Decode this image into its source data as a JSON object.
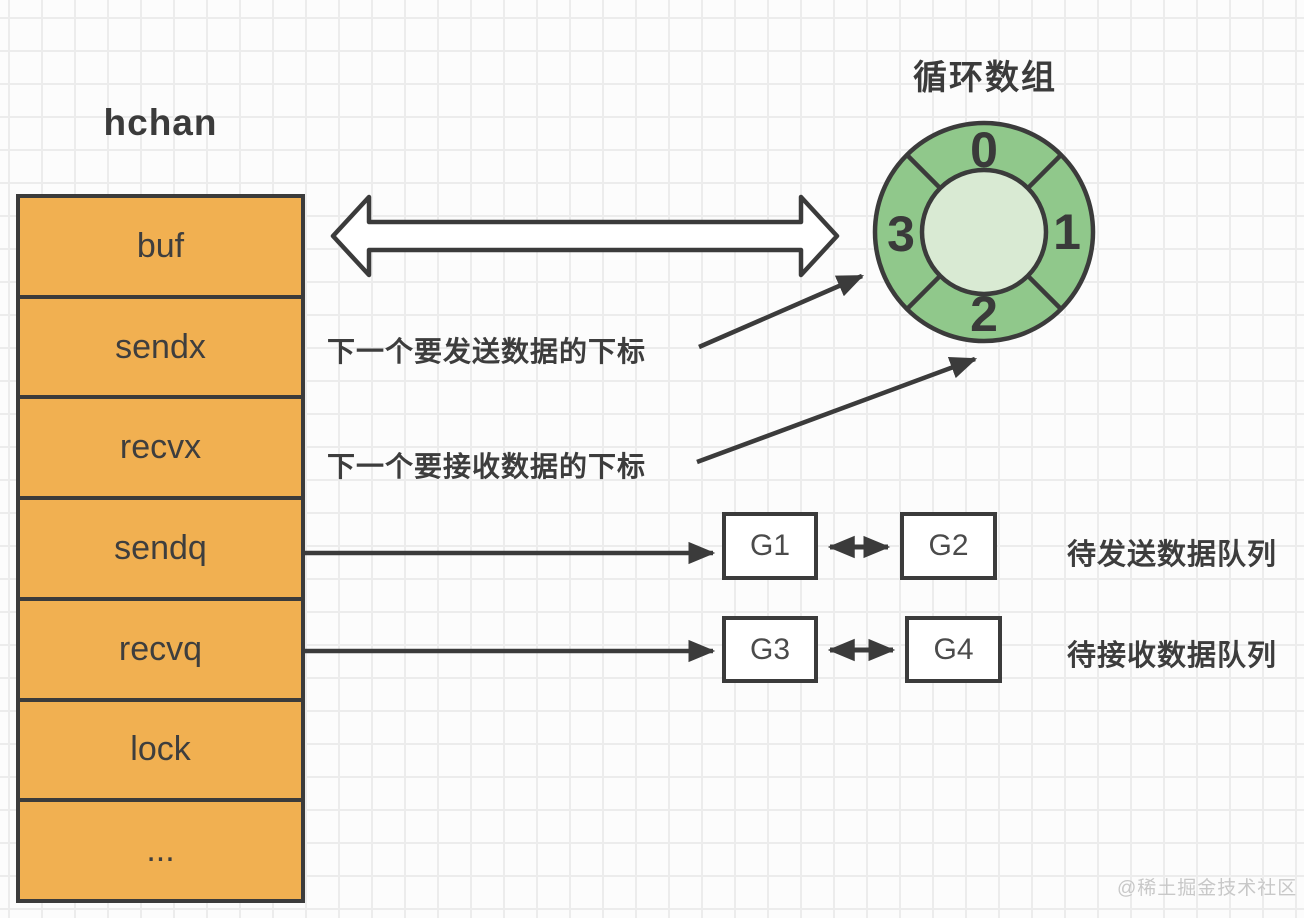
{
  "hchan": {
    "title": "hchan",
    "rows": [
      "buf",
      "sendx",
      "recvx",
      "sendq",
      "recvq",
      "lock",
      "..."
    ]
  },
  "circular_array": {
    "title": "循环数组",
    "slots": [
      "0",
      "1",
      "2",
      "3"
    ]
  },
  "annotations": {
    "send_index": "下一个要发送数据的下标",
    "recv_index": "下一个要接收数据的下标",
    "send_queue": "待发送数据队列",
    "recv_queue": "待接收数据队列"
  },
  "goroutines": {
    "g1": "G1",
    "g2": "G2",
    "g3": "G3",
    "g4": "G4"
  },
  "watermark": "@稀土掘金技术社区",
  "colors": {
    "struct_fill": "#f1b051",
    "ring_fill": "#90c88b",
    "ring_inner_fill": "#d9ead3",
    "stroke": "#3b3b3b",
    "grid_line": "#ececec",
    "background": "#fcfcfc",
    "watermark_text": "#c8c8c8"
  }
}
